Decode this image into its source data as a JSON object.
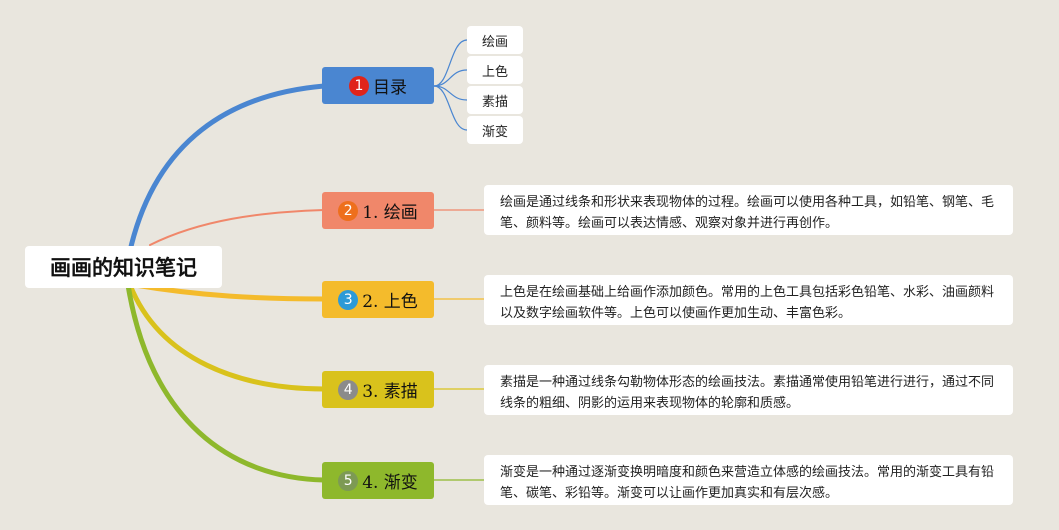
{
  "root": {
    "title": "画画的知识笔记"
  },
  "toc": {
    "label": "目录",
    "number": "1",
    "color": "#4a86d1",
    "badge_color": "#e0241a",
    "items": [
      "绘画",
      "上色",
      "素描",
      "渐变"
    ]
  },
  "topics": [
    {
      "number": "2",
      "label": "1. 绘画",
      "color": "#f0876a",
      "badge_color": "#ee6f1d",
      "note": "绘画是通过线条和形状来表现物体的过程。绘画可以使用各种工具，如铅笔、钢笔、毛笔、颜料等。绘画可以表达情感、观察对象并进行再创作。"
    },
    {
      "number": "3",
      "label": "2. 上色",
      "color": "#f4bb2c",
      "badge_color": "#2c9ad7",
      "note": "上色是在绘画基础上给画作添加颜色。常用的上色工具包括彩色铅笔、水彩、油画颜料以及数字绘画软件等。上色可以使画作更加生动、丰富色彩。"
    },
    {
      "number": "4",
      "label": "3. 素描",
      "color": "#d9c21c",
      "badge_color": "#8b8b8b",
      "note": "素描是一种通过线条勾勒物体形态的绘画技法。素描通常使用铅笔进行进行，通过不同线条的粗细、阴影的运用来表现物体的轮廓和质感。"
    },
    {
      "number": "5",
      "label": "4. 渐变",
      "color": "#8eb82c",
      "badge_color": "#7d9a54",
      "note": "渐变是一种通过逐渐变换明暗度和颜色来营造立体感的绘画技法。常用的渐变工具有铅笔、碳笔、彩铅等。渐变可以让画作更加真实和有层次感。"
    }
  ]
}
